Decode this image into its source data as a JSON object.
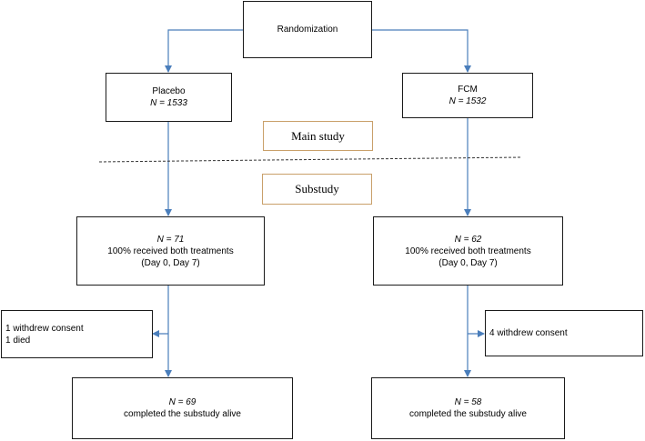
{
  "randomization": {
    "label": "Randomization"
  },
  "arms": [
    {
      "name": "Placebo",
      "total_n": "N = 1533",
      "substudy_n": "N = 71",
      "received": "100% received both treatments",
      "days": "(Day 0, Day 7)",
      "exclusions": [
        "1 withdrew consent",
        "1 died"
      ],
      "completed_n": "N = 69",
      "completed_label": "completed the substudy alive"
    },
    {
      "name": "FCM",
      "total_n": "N = 1532",
      "substudy_n": "N = 62",
      "received": "100% received both treatments",
      "days": "(Day 0, Day 7)",
      "exclusions": [
        "4 withdrew consent"
      ],
      "completed_n": "N = 58",
      "completed_label": "completed the substudy alive"
    }
  ],
  "sections": {
    "main_study": "Main study",
    "substudy": "Substudy"
  },
  "colors": {
    "arrow": "#4a7ebb",
    "box_border": "#1a1a1a",
    "label_border": "#c9a06a",
    "divider": "#333333"
  }
}
